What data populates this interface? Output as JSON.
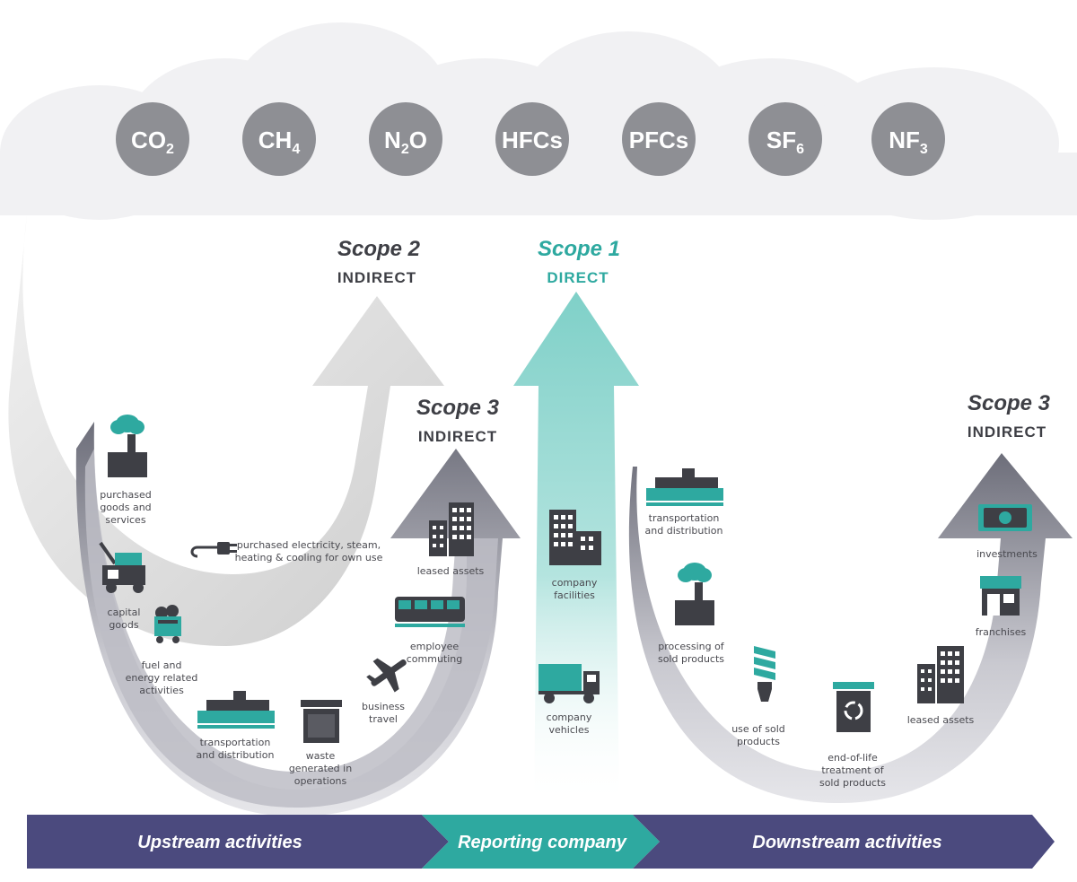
{
  "gases": [
    {
      "base": "CO",
      "sub": "2"
    },
    {
      "base": "CH",
      "sub": "4"
    },
    {
      "base": "N",
      "sub": "2",
      "tail": "O"
    },
    {
      "base": "HFCs",
      "sub": ""
    },
    {
      "base": "PFCs",
      "sub": ""
    },
    {
      "base": "SF",
      "sub": "6"
    },
    {
      "base": "NF",
      "sub": "3"
    }
  ],
  "scopes": {
    "scope2": {
      "title": "Scope 2",
      "subtitle": "INDIRECT"
    },
    "scope1": {
      "title": "Scope 1",
      "subtitle": "DIRECT"
    },
    "scope3_upstream": {
      "title": "Scope 3",
      "subtitle": "INDIRECT"
    },
    "scope3_downstream": {
      "title": "Scope 3",
      "subtitle": "INDIRECT"
    }
  },
  "activities": {
    "purchased_goods": [
      "purchased",
      "goods and",
      "services"
    ],
    "capital_goods": [
      "capital",
      "goods"
    ],
    "fuel_energy": [
      "fuel and",
      "energy related",
      "activities"
    ],
    "transport_up": [
      "transportation",
      "and distribution"
    ],
    "waste": [
      "waste",
      "generated in",
      "operations"
    ],
    "business_travel": [
      "business",
      "travel"
    ],
    "employee_commuting": [
      "employee",
      "commuting"
    ],
    "leased_assets_up": [
      "leased assets"
    ],
    "purchased_electricity": [
      "purchased electricity, steam,",
      "heating & cooling for own use"
    ],
    "company_facilities": [
      "company",
      "facilities"
    ],
    "company_vehicles": [
      "company",
      "vehicles"
    ],
    "transport_down": [
      "transportation",
      "and distribution"
    ],
    "processing": [
      "processing of",
      "sold products"
    ],
    "use_sold": [
      "use of sold",
      "products"
    ],
    "end_of_life": [
      "end-of-life",
      "treatment of",
      "sold products"
    ],
    "leased_assets_down": [
      "leased assets"
    ],
    "franchises": [
      "franchises"
    ],
    "investments": [
      "investments"
    ]
  },
  "bar": {
    "upstream": "Upstream activities",
    "reporting": "Reporting company",
    "downstream": "Downstream activities"
  },
  "colors": {
    "teal": "#2ea9a0",
    "navy": "#4b4a7e",
    "gray_circle": "#8e8f94",
    "dark_icon": "#3e3f45"
  }
}
